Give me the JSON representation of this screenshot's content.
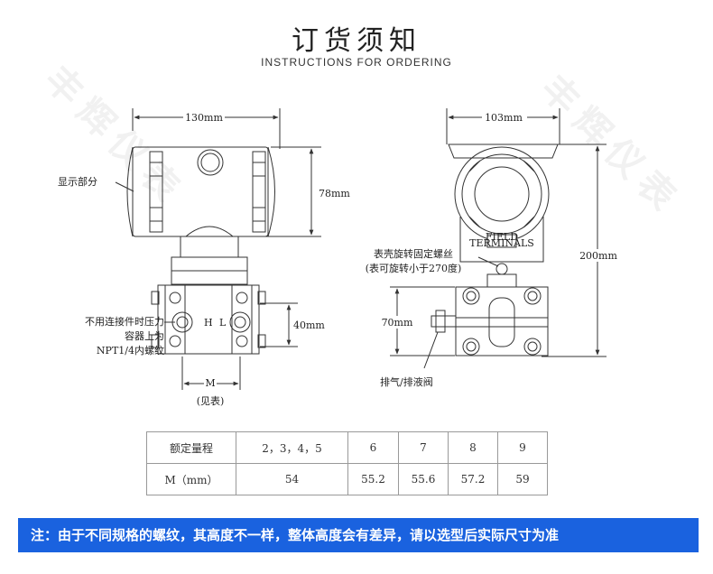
{
  "header": {
    "title": "订货须知",
    "subtitle": "INSTRUCTIONS FOR ORDERING"
  },
  "watermark": {
    "text": "丰辉仪表"
  },
  "left_view": {
    "width_dim": "130mm",
    "height_dim": "78mm",
    "display_label": "显示部分",
    "h_letter": "H",
    "l_letter": "L",
    "flange_dim": "40mm",
    "connector_note": [
      "不用连接件时压力",
      "容器上为",
      "NPT1/4内螺纹"
    ],
    "m_label": "M",
    "m_note": "(见表)"
  },
  "right_view": {
    "width_dim": "103mm",
    "height_dim": "200mm",
    "screw_label": "表壳旋转固定螺丝",
    "screw_note": "(表可旋转小于270度)",
    "terminal_label": [
      "FIELD",
      "TERMINALS"
    ],
    "flange_height_dim": "70mm",
    "vent_label": "排气/排液阀"
  },
  "table": {
    "header_label": "额定量程",
    "ranges": [
      "2，3，4，5",
      "6",
      "7",
      "8",
      "9"
    ],
    "row_label": "M（mm）",
    "values": [
      "54",
      "55.2",
      "55.6",
      "57.2",
      "59"
    ]
  },
  "note": {
    "text": "注：由于不同规格的螺纹，其高度不一样，整体高度会有差异，请以选型后实际尺寸为准"
  },
  "colors": {
    "note_background": "#1a62df",
    "line": "#333333",
    "watermark": "#f1f1f1"
  }
}
